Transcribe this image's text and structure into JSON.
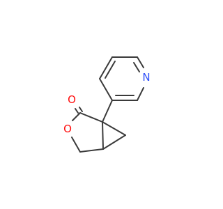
{
  "molecule": {
    "atoms": {
      "nitrogen": {
        "symbol": "N",
        "color": "#3050f8"
      },
      "carbonyl_oxygen": {
        "symbol": "O",
        "color": "#ff0d0d"
      },
      "ring_oxygen": {
        "symbol": "O",
        "color": "#ff0d0d"
      }
    },
    "bond_color": "#3a3a3a",
    "background": "#ffffff"
  }
}
